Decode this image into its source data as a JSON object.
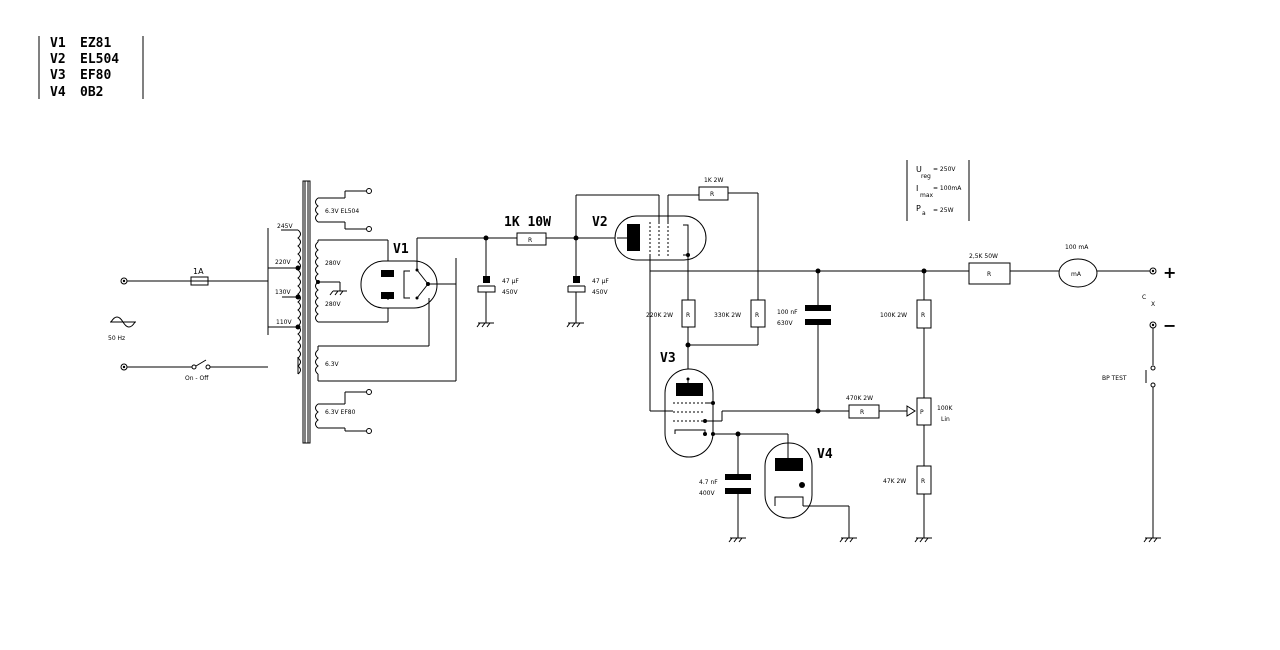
{
  "tube_list": [
    {
      "ref": "V1",
      "type": "EZ81"
    },
    {
      "ref": "V2",
      "type": "EL504"
    },
    {
      "ref": "V3",
      "type": "EF80"
    },
    {
      "ref": "V4",
      "type": "0B2"
    }
  ],
  "specs": {
    "u_main": "U",
    "u_sub": "reg",
    "u_val": "= 250V",
    "i_main": "I",
    "i_sub": "max",
    "i_val": "= 100mA",
    "p_main": "P",
    "p_sub": "a",
    "p_val": "= 25W"
  },
  "input": {
    "fuse": "1A",
    "freq": "50 Hz",
    "switch": "On - Off"
  },
  "transformer": {
    "taps": [
      "245V",
      "220V",
      "130V",
      "110V"
    ],
    "secondaries": [
      "6.3V EL504",
      "280V",
      "280V",
      "6.3V",
      "6.3V EF80"
    ]
  },
  "tubes": {
    "v1": "V1",
    "v2": "V2",
    "v3": "V3",
    "v4": "V4"
  },
  "components": {
    "series_res": "1K 10W",
    "cap1": "47 µF",
    "cap1_v": "450V",
    "cap2": "47 µF",
    "cap2_v": "450V",
    "r_screen": "1K 2W",
    "r_220k": "220K 2W",
    "r_330k": "330K 2W",
    "cap_100n": "100 nF",
    "cap_100n_v": "630V",
    "r_100k": "100K 2W",
    "r_470k": "470K 2W",
    "pot": "100K",
    "pot_law": "Lin",
    "r_47k": "47K 2W",
    "cap_4n7": "4.7 nF",
    "cap_4n7_v": "400V",
    "r_out": "2,5K  50W",
    "meter_label": "100 mA",
    "meter": "mA",
    "r_letter": "R",
    "p_letter": "P"
  },
  "output": {
    "plus": "+",
    "minus": "−",
    "cx_c": "C",
    "cx_x": "X",
    "bp_test": "BP TEST"
  }
}
